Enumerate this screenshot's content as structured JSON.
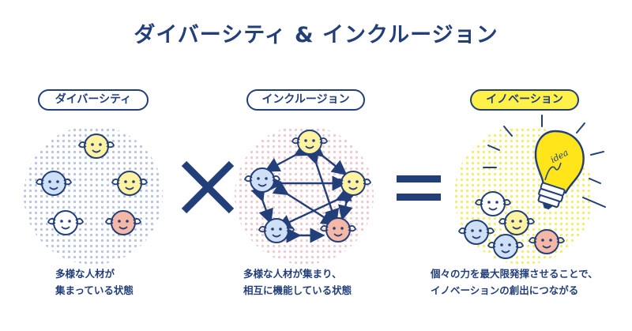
{
  "title": "ダイバーシティ & インクルージョン",
  "panels": [
    {
      "label": "ダイバーシティ",
      "caption": "多様な人材が\n集まっている状態",
      "style": "white"
    },
    {
      "label": "インクルージョン",
      "caption": "多様な人材が集まり、\n相互に機能している状態",
      "style": "white"
    },
    {
      "label": "イノベーション",
      "caption": "個々の力を最大限発揮させることで、\nイノベーションの創出につながる",
      "style": "yellow"
    }
  ],
  "operators": {
    "multiply": "×",
    "equals": "="
  },
  "bulb_text": "idea",
  "colors": {
    "navy": "#233f7a",
    "yellow": "#fff04a",
    "dot_blue": "#b7c4e4",
    "dot_pink": "#f0c7cf",
    "dot_yellow": "#f6ec62",
    "face_yellow": "#fff2a0",
    "face_pink": "#f6b8a6",
    "face_blue": "#cfe0f6"
  }
}
